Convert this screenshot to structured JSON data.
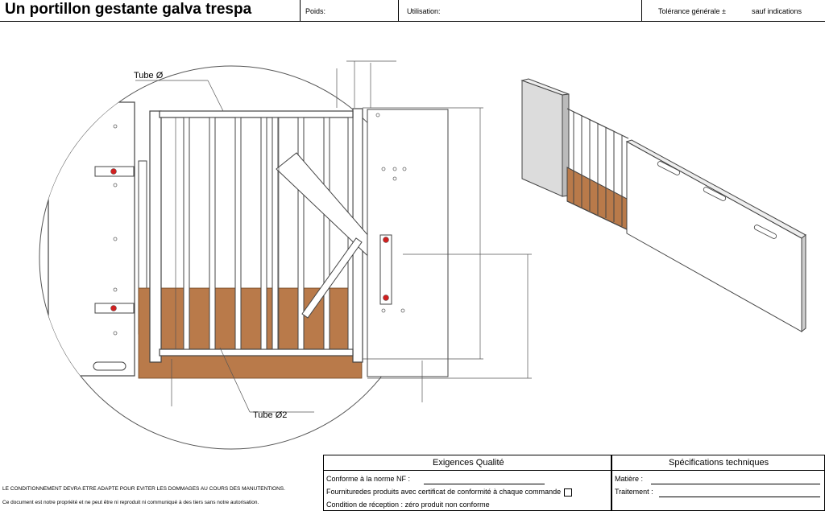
{
  "header": {
    "title": "Un portillon gestante galva trespa",
    "poids_label": "Poids:",
    "utilisation_label": "Utilisation:",
    "tolerance_label": "Tolérance générale ±",
    "indications_label": "sauf indications"
  },
  "drawing": {
    "tube_top_label": "Tube Ø",
    "tube_bottom_label": "Tube Ø2"
  },
  "footer_notes": {
    "conditionnement": "LE CONDITIONNEMENT DEVRA ETRE ADAPTE POUR EVITER LES DOMMAGES AU COURS DES MANUTENTIONS.",
    "propriete": "Ce document est notre propriété et ne peut être ni reproduit ni communiqué à des tiers sans notre autorisation."
  },
  "quality": {
    "title": "Exigences Qualité",
    "norme": "Conforme à la norme NF :",
    "certificat": "Fournituredes produits avec certificat de conformité à chaque commande",
    "reception": "Condition de réception : zéro produit non conforme"
  },
  "specs": {
    "title": "Spécifications techniques",
    "matiere": "Matière :",
    "traitement": "Traitement :"
  },
  "colors": {
    "wood": "#b97a4a",
    "line": "#333333",
    "panel": "#ffffff",
    "accent_red": "#d02020"
  }
}
